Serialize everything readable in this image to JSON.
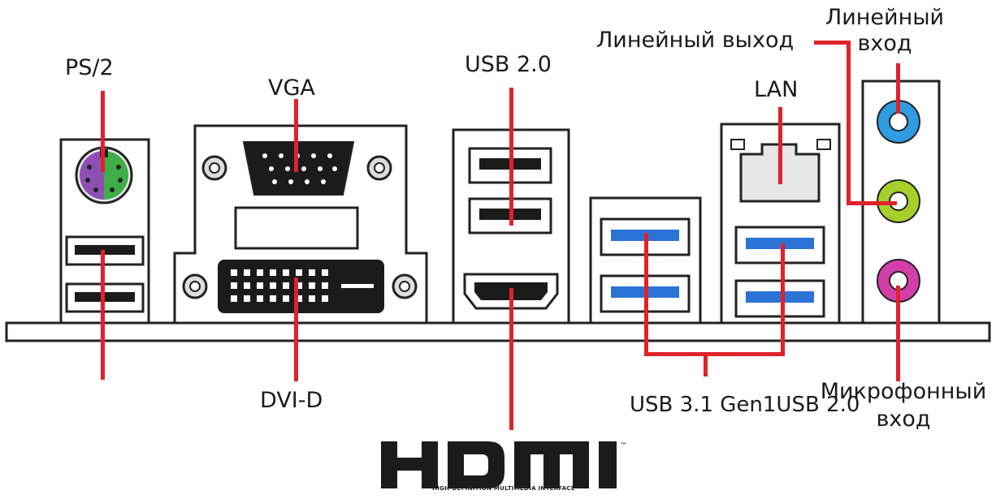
{
  "labels": {
    "ps2": "PS/2",
    "vga": "VGA",
    "usb20_top": "USB 2.0",
    "lan": "LAN",
    "line_out": "Линейный выход",
    "line_in": "Линейный вход",
    "dvi_d": "DVI-D",
    "usb31_gen1_usb20": "USB 3.1 Gen1USB 2.0",
    "mic_in": "Микрофонный вход"
  },
  "logo": {
    "hdmi_tm": "™",
    "hdmi_subtitle": "HIGH-DEFINITION MULTIMEDIA INTERFACE"
  },
  "colors": {
    "leader_line": "#e0222a",
    "ps2_keyboard": "#8e4fb3",
    "ps2_mouse": "#3fae48",
    "audio_line_in": "#2f9be0",
    "audio_line_out": "#a6cf2b",
    "audio_mic": "#d33fa8",
    "usb3_blue": "#2b74d6",
    "connector_black": "#1b1b1b"
  }
}
